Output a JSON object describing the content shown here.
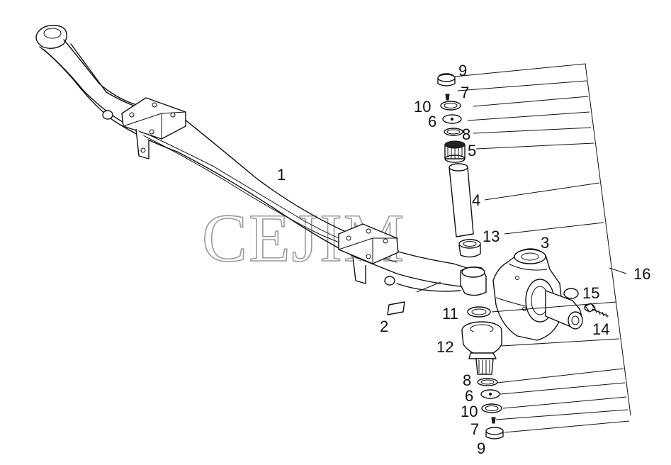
{
  "watermark": "CEJIM",
  "callouts": {
    "c1": "1",
    "c2": "2",
    "c3": "3",
    "c4": "4",
    "c5": "5",
    "c6a": "6",
    "c6b": "6",
    "c7a": "7",
    "c7b": "7",
    "c8a": "8",
    "c8b": "8",
    "c9a": "9",
    "c9b": "9",
    "c10a": "10",
    "c10b": "10",
    "c11": "11",
    "c12": "12",
    "c13": "13",
    "c14": "14",
    "c15": "15",
    "c16": "16"
  }
}
